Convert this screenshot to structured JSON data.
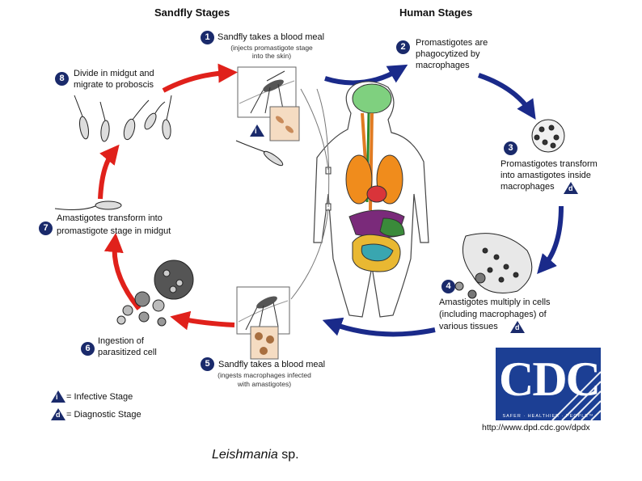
{
  "headings": {
    "sandfly": "Sandfly Stages",
    "human": "Human Stages"
  },
  "steps": [
    {
      "num": "1",
      "line1": "Sandfly takes a blood meal",
      "sub1": "(injects promastigote stage",
      "sub2": "into the skin)"
    },
    {
      "num": "2",
      "line1": "Promastigotes are",
      "line2": "phagocytized by",
      "line3": "macrophages"
    },
    {
      "num": "3",
      "line1": "Promastigotes transform",
      "line2": "into amastigotes inside",
      "line3": "macrophages"
    },
    {
      "num": "4",
      "line1": "Amastigotes multiply in cells",
      "line2": "(including macrophages) of",
      "line3": "various tissues"
    },
    {
      "num": "5",
      "line1": "Sandfly takes a blood meal",
      "sub1": "(ingests macrophages infected",
      "sub2": "with amastigotes)"
    },
    {
      "num": "6",
      "line1": "Ingestion of",
      "line2": "parasitized cell"
    },
    {
      "num": "7",
      "line1": "Amastigotes transform into",
      "line2": "promastigote stage in midgut"
    },
    {
      "num": "8",
      "line1": "Divide in midgut and",
      "line2": "migrate to proboscis"
    }
  ],
  "legend": {
    "infective_letter": "i",
    "infective_label": "= Infective Stage",
    "diagnostic_letter": "d",
    "diagnostic_label": "= Diagnostic Stage"
  },
  "cdc": {
    "logo": "CDC",
    "tagline": "SAFER · HEALTHIER · PEOPLE™",
    "url": "http://www.dpd.cdc.gov/dpdx"
  },
  "caption": {
    "genus": "Leishmania",
    "rest": " sp."
  },
  "colors": {
    "red_arrow": "#e0211b",
    "blue_arrow": "#1a2a8a",
    "badge": "#1a2a6b",
    "cdc_blue": "#1c3f94"
  }
}
